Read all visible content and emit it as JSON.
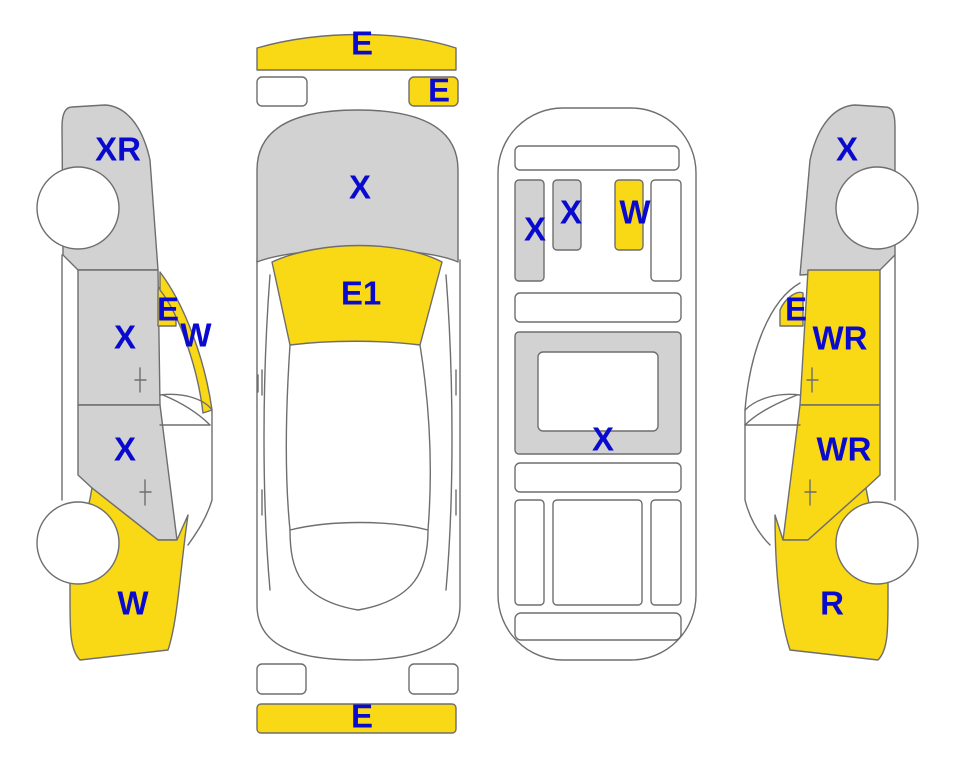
{
  "legend_colors": {
    "X": "#d2d2d2",
    "E": "#f9d816",
    "E1": "#f9d816",
    "W": "#f9d816",
    "WR": "#f9d816",
    "R": "#f9d816",
    "XR": "#d2d2d2",
    "none": "#ffffff",
    "label": "#0a0acf",
    "outline": "#6e6e6e"
  },
  "left_side": {
    "roof_rear": "XR",
    "rear_door": "X",
    "front_door": "X",
    "quarter_glass": "E",
    "windshield_edge": "W",
    "front_fender": "W"
  },
  "top_view": {
    "front_bumper": "E",
    "right_headlight": "E",
    "hood": "X",
    "windshield": "E1",
    "rear_bumper": "E"
  },
  "interior": {
    "left_seat": "X",
    "center_seat": "X",
    "right_seat": "W",
    "floor": "X"
  },
  "right_side": {
    "roof_rear": "X",
    "quarter_glass": "E",
    "rear_door": "WR",
    "front_door": "WR",
    "front_fender": "R"
  }
}
